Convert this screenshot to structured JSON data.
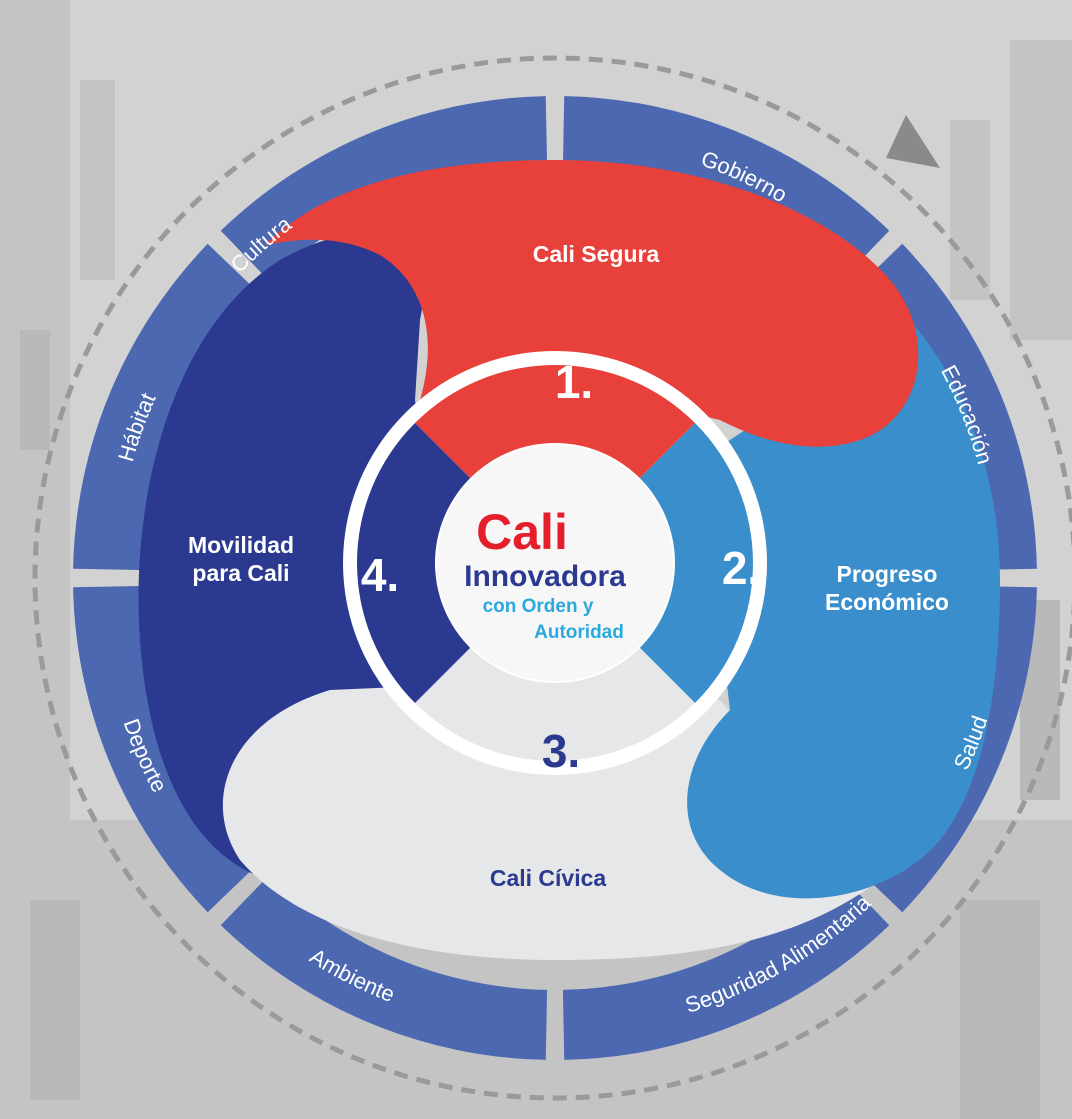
{
  "ring_sectors": [
    "Cultura",
    "Gobierno",
    "Educación",
    "Salud",
    "Seguridad Alimentaria",
    "Ambiente",
    "Deporte",
    "Hábitat"
  ],
  "pillars": {
    "p1": {
      "number": "1.",
      "label": "Cali Segura"
    },
    "p2": {
      "number": "2.",
      "label_line1": "Progreso",
      "label_line2": "Económico"
    },
    "p3": {
      "number": "3.",
      "label": "Cali Cívica"
    },
    "p4": {
      "number": "4.",
      "label_line1": "Movilidad",
      "label_line2": "para Cali"
    }
  },
  "center": {
    "title": "Cali",
    "subtitle": "Innovadora",
    "tagline_line1": "con Orden y",
    "tagline_line2": "Autoridad"
  },
  "colors": {
    "ring": "#4b68b1",
    "red": "#e8403a",
    "light_blue": "#3a8ecb",
    "light_gray": "#e6e7e9",
    "navy": "#2b3990",
    "center_red": "#e41e2a",
    "center_navy": "#2b3990",
    "center_cyan": "#2aa8e0",
    "dashed_circle": "#9a9a9a"
  }
}
